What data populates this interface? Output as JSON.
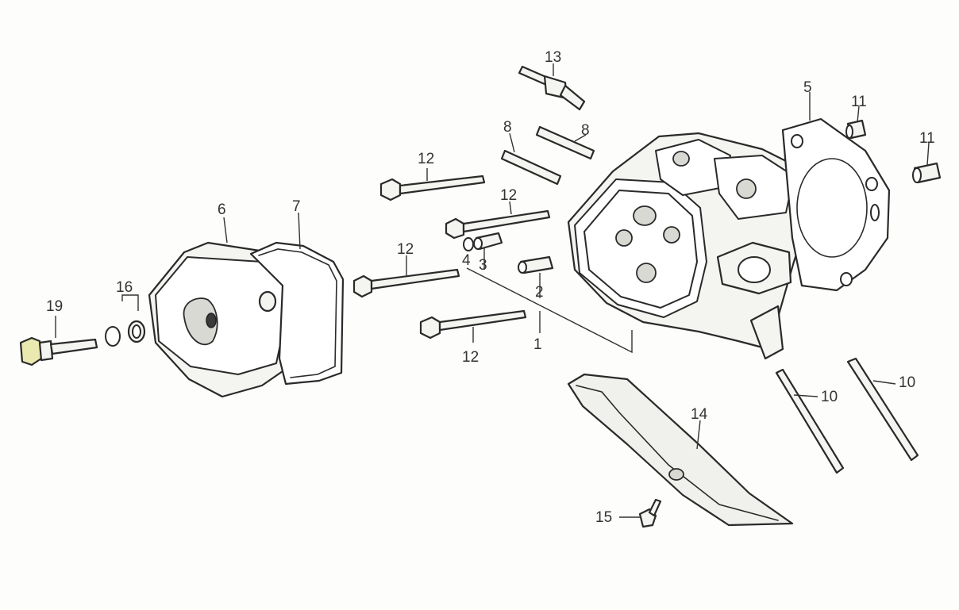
{
  "diagram": {
    "callouts": [
      {
        "id": "c1",
        "text": "1"
      },
      {
        "id": "c2",
        "text": "2"
      },
      {
        "id": "c3",
        "text": "3"
      },
      {
        "id": "c4",
        "text": "4"
      },
      {
        "id": "c5",
        "text": "5"
      },
      {
        "id": "c6",
        "text": "6"
      },
      {
        "id": "c7",
        "text": "7"
      },
      {
        "id": "c8a",
        "text": "8"
      },
      {
        "id": "c8b",
        "text": "8"
      },
      {
        "id": "c10a",
        "text": "10"
      },
      {
        "id": "c10b",
        "text": "10"
      },
      {
        "id": "c11a",
        "text": "11"
      },
      {
        "id": "c11b",
        "text": "11"
      },
      {
        "id": "c12a",
        "text": "12"
      },
      {
        "id": "c12b",
        "text": "12"
      },
      {
        "id": "c12c",
        "text": "12"
      },
      {
        "id": "c12d",
        "text": "12"
      },
      {
        "id": "c13",
        "text": "13"
      },
      {
        "id": "c14",
        "text": "14"
      },
      {
        "id": "c15",
        "text": "15"
      },
      {
        "id": "c16",
        "text": "16"
      },
      {
        "id": "c19",
        "text": "19"
      }
    ]
  }
}
